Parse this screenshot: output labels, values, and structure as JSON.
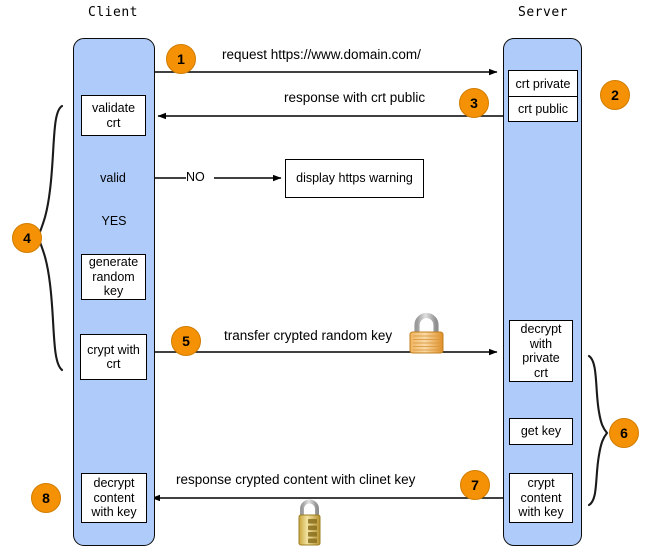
{
  "diagram": {
    "title_client": "Client",
    "title_server": "Server"
  },
  "lanes": {
    "client": {
      "label": "Client"
    },
    "server": {
      "label": "Server"
    }
  },
  "client_steps": {
    "validate": "validate\ncrt",
    "validate_line1": "validate",
    "validate_line2": "crt",
    "decision": "valid",
    "decision_no": "NO",
    "decision_yes": "YES",
    "generate_line1": "generate",
    "generate_line2": "random",
    "generate_line3": "key",
    "crypt_line1": "crypt with",
    "crypt_line2": "crt",
    "decrypt_line1": "decrypt",
    "decrypt_line2": "content",
    "decrypt_line3": "with key"
  },
  "server_steps": {
    "crt_private": "crt private",
    "crt_public": "crt public",
    "decrypt_line1": "decrypt",
    "decrypt_line2": "with",
    "decrypt_line3": "private",
    "decrypt_line4": "crt",
    "get_key": "get key",
    "crypt_line1": "crypt",
    "crypt_line2": "content",
    "crypt_line3": "with key"
  },
  "external": {
    "https_warning": "display https warning"
  },
  "messages": {
    "m1": "request https://www.domain.com/",
    "m3": "response with crt public",
    "m5": "transfer crypted random key",
    "m7": "response crypted content with clinet key"
  },
  "badges": {
    "b1": "1",
    "b2": "2",
    "b3": "3",
    "b4": "4",
    "b5": "5",
    "b6": "6",
    "b7": "7",
    "b8": "8"
  },
  "icons": {
    "padlock_top": "padlock-icon",
    "padlock_bottom": "combination-padlock-icon"
  },
  "colors": {
    "lane_fill": "#aecbfa",
    "badge_fill": "#f59105",
    "stroke": "#000000",
    "box_fill": "#ffffff",
    "padlock_gold": "#e8a33d",
    "padlock_shackle": "#b8b8b8"
  }
}
